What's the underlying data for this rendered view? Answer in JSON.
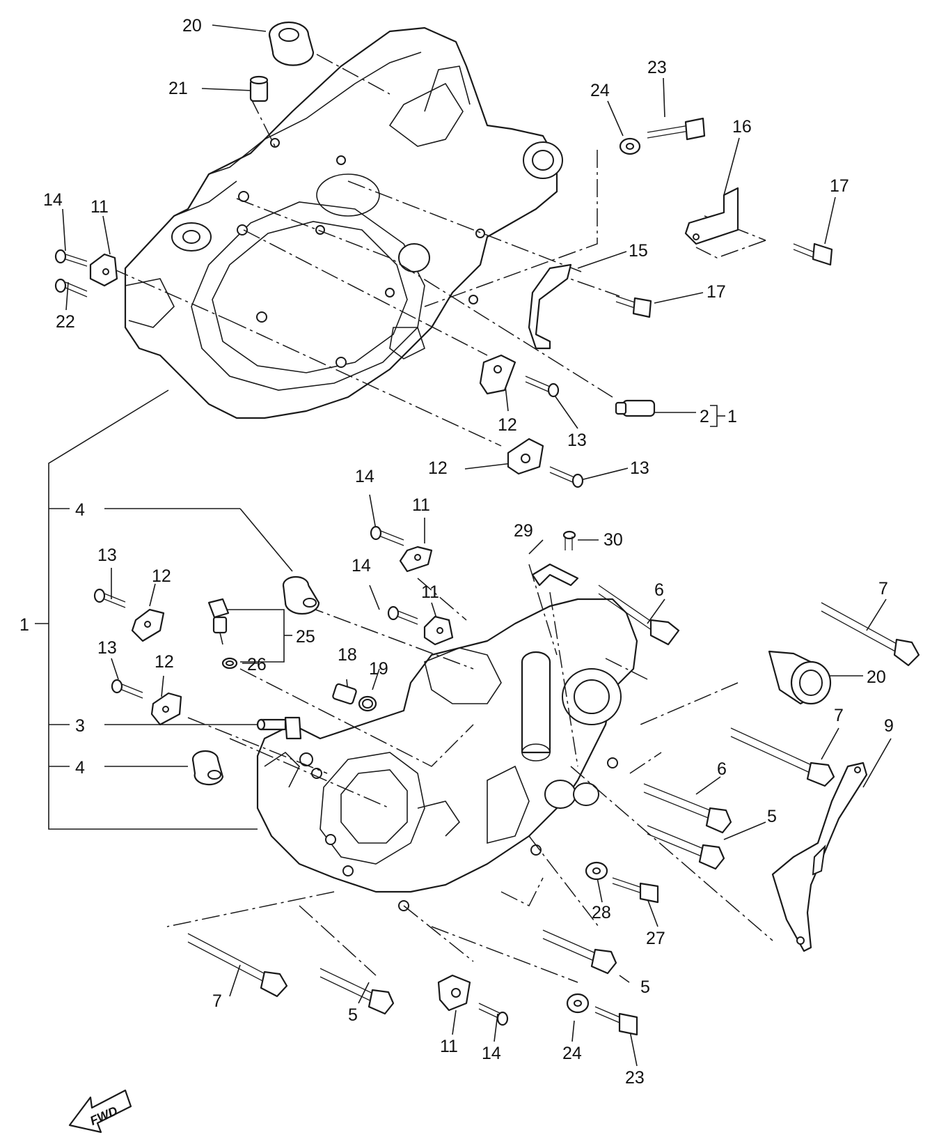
{
  "callouts": {
    "n1_right": "1",
    "n1_left": "1",
    "n2": "2",
    "n3": "3",
    "n4_upper": "4",
    "n4_lower": "4",
    "n5_a": "5",
    "n5_b": "5",
    "n5_c": "5",
    "n6_a": "6",
    "n6_b": "6",
    "n7_a": "7",
    "n7_b": "7",
    "n7_c": "7",
    "n9": "9",
    "n11_a": "11",
    "n11_b": "11",
    "n11_c": "11",
    "n11_d": "11",
    "n12_a": "12",
    "n12_b": "12",
    "n12_c": "12",
    "n12_d": "12",
    "n13_a": "13",
    "n13_b": "13",
    "n13_c": "13",
    "n13_d": "13",
    "n14_a": "14",
    "n14_b": "14",
    "n14_c": "14",
    "n14_d": "14",
    "n15": "15",
    "n16": "16",
    "n17_a": "17",
    "n17_b": "17",
    "n18": "18",
    "n19": "19",
    "n20_a": "20",
    "n20_b": "20",
    "n21": "21",
    "n22": "22",
    "n23_a": "23",
    "n23_b": "23",
    "n24_a": "24",
    "n24_b": "24",
    "n25": "25",
    "n26": "26",
    "n27": "27",
    "n28": "28",
    "n29": "29",
    "n30": "30"
  },
  "fwd_label": "FWD",
  "icons": {
    "fwd_arrow": "fwd-arrow-icon"
  }
}
